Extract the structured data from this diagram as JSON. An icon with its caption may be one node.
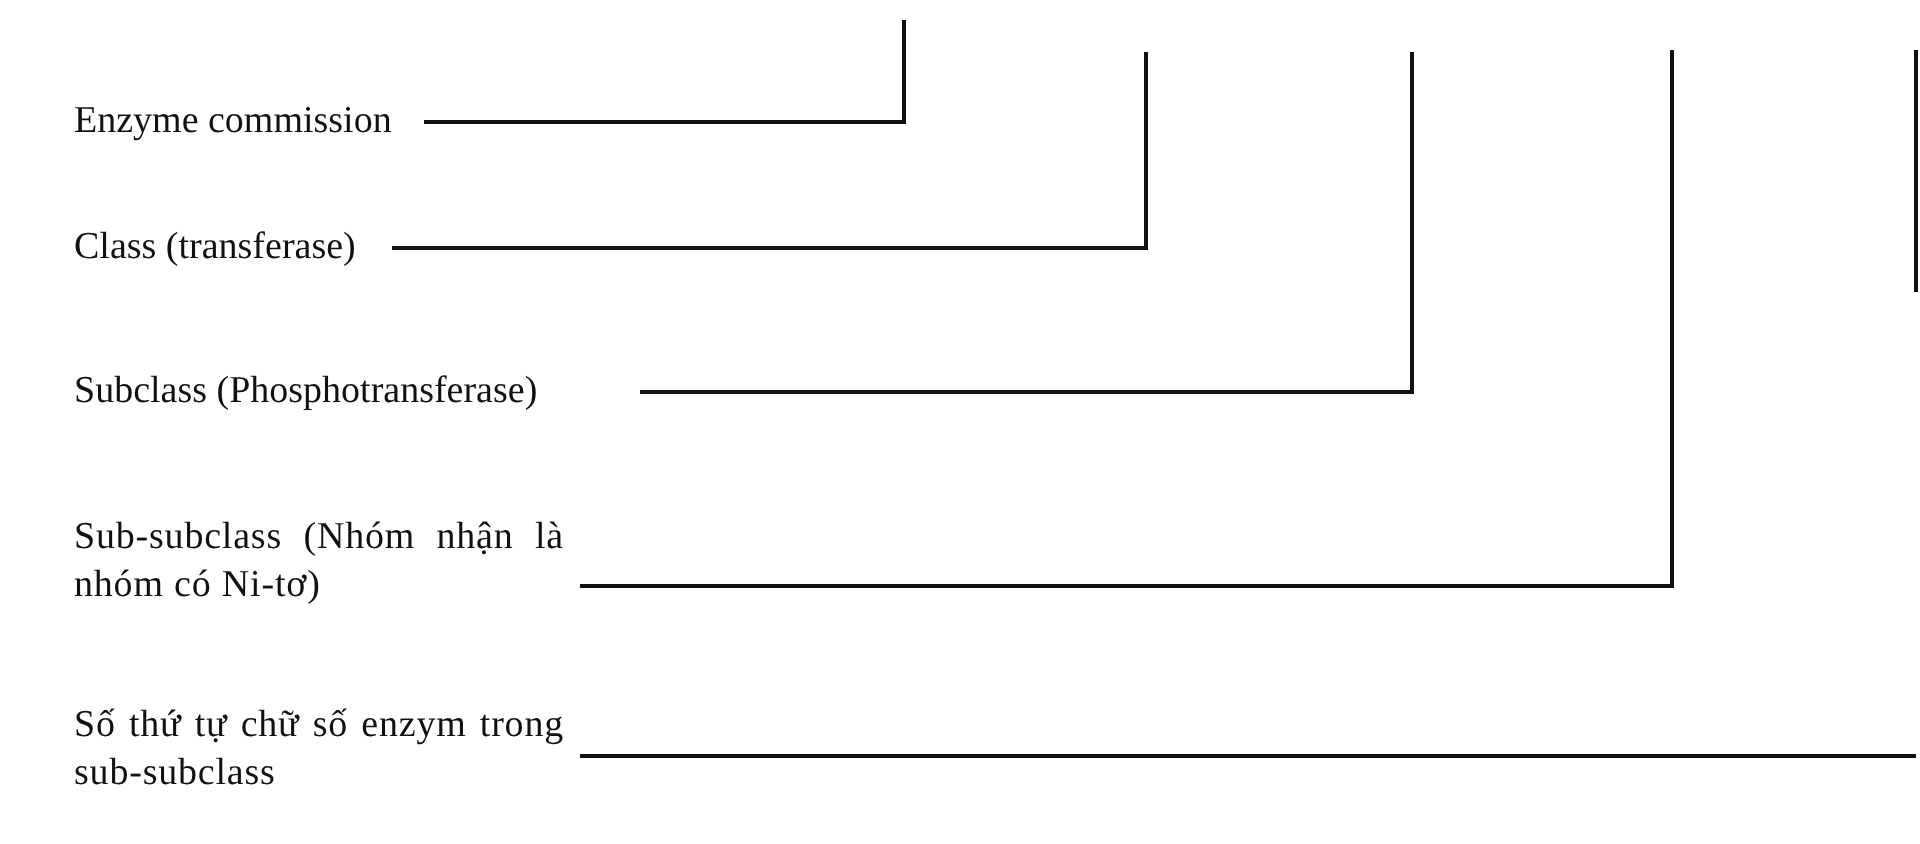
{
  "diagram": {
    "nodes": [
      {
        "text": [
          "Enzyme commission"
        ]
      },
      {
        "text": [
          "Class (transferase)"
        ]
      },
      {
        "text": [
          "Subclass (Phosphotransferase)"
        ]
      },
      {
        "text": [
          "Sub-subclass (Nhóm nhận là nhóm có Ni-tơ)"
        ]
      },
      {
        "text": [
          "Số thứ tự chữ số enzym trong sub-subclass"
        ]
      }
    ],
    "edges": [
      {
        "from": 0,
        "to": null,
        "arrow": "none"
      },
      {
        "from": 1,
        "to": null,
        "arrow": "none"
      },
      {
        "from": 2,
        "to": null,
        "arrow": "none"
      },
      {
        "from": 3,
        "to": null,
        "arrow": "none"
      },
      {
        "from": 4,
        "to": null,
        "arrow": "none"
      }
    ]
  }
}
